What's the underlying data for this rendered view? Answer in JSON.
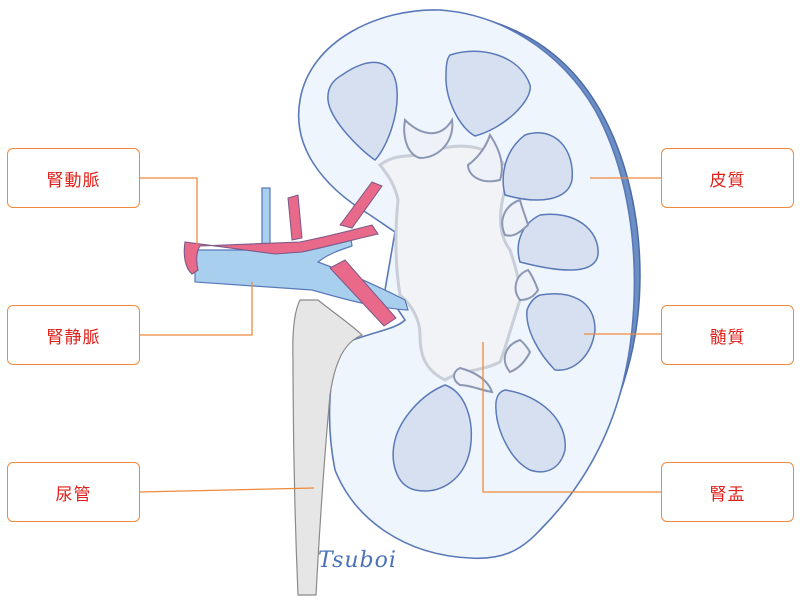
{
  "labels": {
    "renal_artery": "腎動脈",
    "renal_vein": "腎静脈",
    "ureter": "尿管",
    "cortex": "皮質",
    "medulla": "髄質",
    "renal_pelvis": "腎盂"
  },
  "signature": "Tsuboi",
  "colors": {
    "capsule_outline": "#5a79b8",
    "capsule_band": "#6b8fc5",
    "cortex_fill": "#eef5fc",
    "pyramid_fill": "#d7e0f0",
    "pelvis_fill": "#f2f3f7",
    "pelvis_edge": "#c9ced8",
    "artery": "#e8698a",
    "vein": "#a9cfee",
    "ureter_fill": "#e6e6e6",
    "leader_line": "#ef8a3c",
    "label_text": "#e0201a"
  }
}
